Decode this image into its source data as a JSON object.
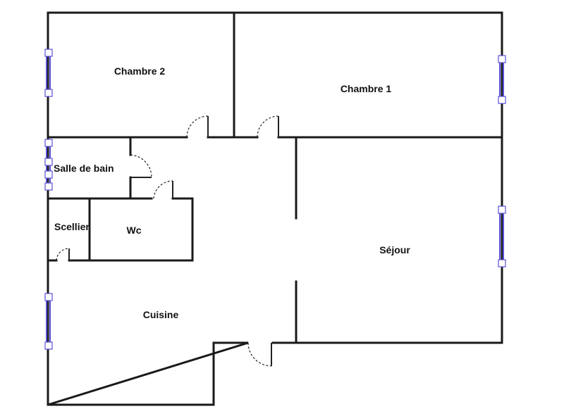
{
  "plan": {
    "rooms": [
      {
        "id": "chambre-2",
        "label": "Chambre 2"
      },
      {
        "id": "chambre-1",
        "label": "Chambre 1"
      },
      {
        "id": "salle-de-bain",
        "label": "Salle de bain"
      },
      {
        "id": "scellier",
        "label": "Scellier"
      },
      {
        "id": "wc",
        "label": "Wc"
      },
      {
        "id": "sejour",
        "label": "Séjour"
      },
      {
        "id": "cuisine",
        "label": "Cuisine"
      }
    ],
    "colors": {
      "wall": "#1a1a1a",
      "window": "#5a52d6",
      "background": "#ffffff"
    }
  }
}
